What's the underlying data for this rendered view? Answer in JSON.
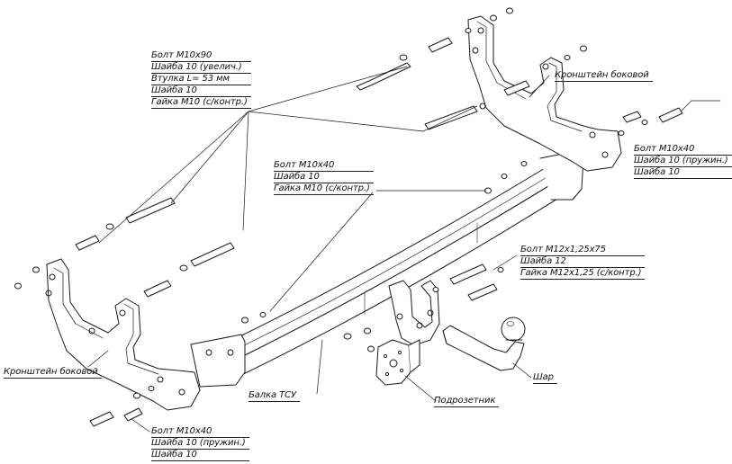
{
  "colors": {
    "line": "#1a1a1a",
    "background": "#ffffff",
    "fill": "#ffffff"
  },
  "callouts": {
    "top_left": [
      "Болт М10х90",
      "Шайба 10 (увелич.)",
      "Втулка L= 53 мм",
      "Шайба 10",
      "Гайка М10 (с/контр.)"
    ],
    "bracket_right": "Кронштейн боковой",
    "right_bolts": [
      "Болт М10х40",
      "Шайба 10 (пружин.)",
      "Шайба 10"
    ],
    "center": [
      "Болт М10х40",
      "Шайба 10",
      "Гайка М10 (с/контр.)"
    ],
    "ball_mount": [
      "Болт М12х1,25х75",
      "Шайба 12",
      "Гайка М12х1,25 (с/контр.)"
    ],
    "bracket_left": "Кронштейн боковой",
    "beam": "Балка ТСУ",
    "ball": "Шар",
    "socket_plate": "Подрозетник",
    "bottom_left": [
      "Болт М10х40",
      "Шайба 10 (пружин.)",
      "Шайба 10"
    ]
  }
}
